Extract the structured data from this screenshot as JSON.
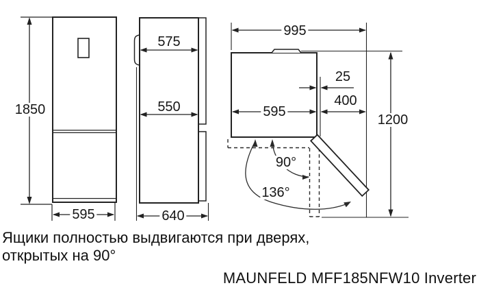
{
  "diagram": {
    "front_view": {
      "height": "1850",
      "width": "595"
    },
    "side_view": {
      "depth_upper": "575",
      "depth_lower": "550",
      "depth_total": "640"
    },
    "top_view": {
      "width_with_door_open": "995",
      "door_thickness": "25",
      "door_swing_depth": "400",
      "body_width": "595",
      "depth_with_door_open": "1200",
      "door_angle_primary": "90°",
      "door_angle_max": "136°"
    }
  },
  "footer": {
    "note_line_1": "Ящики полностью выдвигаются при дверях,",
    "note_line_2": "открытых на 90°",
    "model": "MAUNFELD MFF185NFW10 Inverter"
  }
}
